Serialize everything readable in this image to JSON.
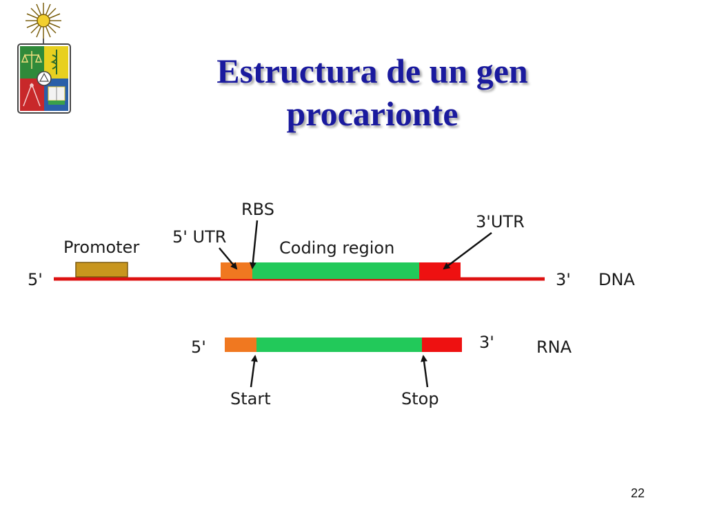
{
  "slide": {
    "title_line1": "Estructura de un gen",
    "title_line2": "procarionte",
    "page_number": "22"
  },
  "logo": {
    "icon": "university-crest-icon"
  },
  "diagram": {
    "dna": {
      "label": "DNA",
      "five_prime": "5'",
      "three_prime": "3'",
      "promoter_label": "Promoter",
      "utr5_label": "5' UTR",
      "rbs_label": "RBS",
      "coding_label": "Coding region",
      "utr3_label": "3'UTR"
    },
    "rna": {
      "label": "RNA",
      "five_prime": "5'",
      "three_prime": "3'",
      "start_label": "Start",
      "stop_label": "Stop"
    },
    "colors": {
      "backbone": "#dd1111",
      "promoter": "#c8961e",
      "utr5": "#f07820",
      "coding": "#22c95a",
      "utr3": "#ee1111",
      "title": "#1a1a9e"
    }
  }
}
